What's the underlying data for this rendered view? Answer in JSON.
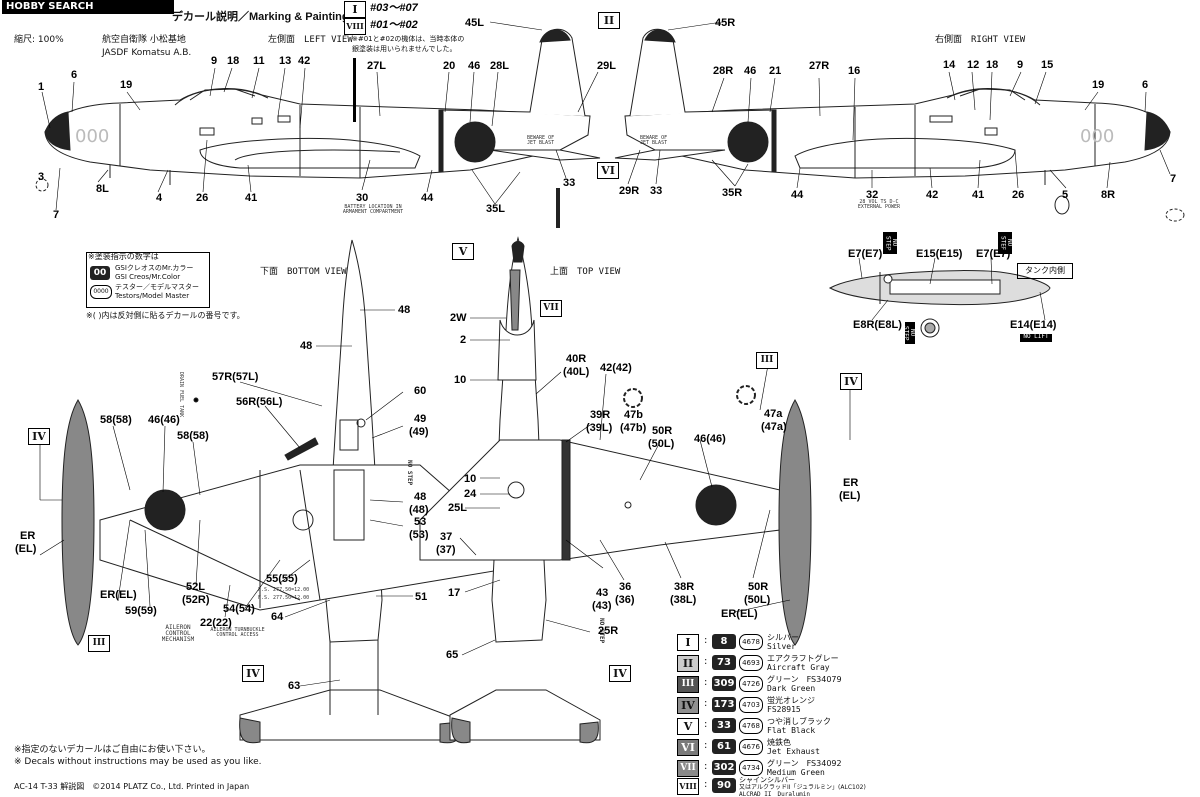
{
  "header": {
    "brand": "HOBBY SEARCH",
    "title": "デカール説明／Marking & Painting",
    "scale": "縮尺: 100%",
    "base_jp": "航空自衛隊 小松基地",
    "base_en": "JASDF Komatsu A.B.",
    "variant_a_label": "I",
    "variant_a_range": "#03〜#07",
    "variant_b_label": "VIII",
    "variant_b_range": "#01〜#02",
    "variant_note_1": "※#01と#02の機体は、当時本体の",
    "variant_note_2": "銀塗装は用いられませんでした。"
  },
  "views": {
    "left": "左側面　LEFT VIEW",
    "right": "右側面　RIGHT VIEW",
    "bottom": "下面　BOTTOM VIEW",
    "top": "上面　TOP VIEW",
    "tank": "タンク内側"
  },
  "paint_note": {
    "title": "※塗装指示の数字は",
    "gsi_badge": "00",
    "gsi_text": "GSIクレオスのMr.カラー",
    "gsi_text_en": "GSI Creos/Mr.Color",
    "tm_badge": "0000",
    "tm_text": "テスター／モデルマスター",
    "tm_text_en": "Testors/Model Master",
    "reverse_note": "※( )内は反対側に貼るデカールの番号です。"
  },
  "legend": [
    {
      "roman": "I",
      "gsi": "8",
      "tm": "4678",
      "jp": "シルバー",
      "en": "Silver",
      "swatch": "#ffffff"
    },
    {
      "roman": "II",
      "gsi": "73",
      "tm": "4693",
      "jp": "エアクラフトグレー",
      "en": "Aircraft Gray",
      "swatch": "#c8c8c8"
    },
    {
      "roman": "III",
      "gsi": "309",
      "tm": "4726",
      "jp": "グリーン　FS34079",
      "en": "Dark Green",
      "swatch": "#555555"
    },
    {
      "roman": "IV",
      "gsi": "173",
      "tm": "4703",
      "jp": "蛍光オレンジ",
      "en": "FS28915",
      "swatch": "#909090"
    },
    {
      "roman": "V",
      "gsi": "33",
      "tm": "4768",
      "jp": "つや消しブラック",
      "en": "Flat Black",
      "swatch": "#ffffff"
    },
    {
      "roman": "VI",
      "gsi": "61",
      "tm": "4676",
      "jp": "焼鉄色",
      "en": "Jet Exhaust",
      "swatch": "#7a7a7a"
    },
    {
      "roman": "VII",
      "gsi": "302",
      "tm": "4734",
      "jp": "グリーン　FS34092",
      "en": "Medium Green",
      "swatch": "#8a8a8a"
    },
    {
      "roman": "VIII",
      "gsi": "90",
      "tm": "",
      "jp": "シャインシルバー",
      "en": "ALCRAD II　Duralumin",
      "jp2": "又はアルクラッドII「ジュラルミン」(ALC102)",
      "swatch": "#ffffff"
    }
  ],
  "footer": {
    "note_jp": "※指定のないデカールはご自由にお使い下さい。",
    "note_en": "※ Decals without instructions may be used as you like.",
    "copyright": "AC-14  T-33 解説図　©2014  PLATZ Co., Ltd.   Printed in Japan"
  },
  "stencils": {
    "no_step": "NO STEP",
    "no_lift": "NO LIFT",
    "jet_blast": "BEWARE OF JET BLAST",
    "battery": "BATTERY LOCATION IN ARMAMENT COMPARTMENT",
    "external_power": "28 VOL TS D-C EXTERNAL POWER",
    "aileron": "AILERON CONTROL MECHANISM",
    "turnbuckle": "AILERON TURNBUCKLE CONTROL ACCESS",
    "fuel_115": "F.S. 277.50=12.00",
    "fuel_jp": "F.S. 277.50=12.00",
    "fuel_tank": "DRAIN FUEL TANK"
  },
  "callouts": {
    "left_view": [
      "1",
      "6",
      "19",
      "9",
      "18",
      "11",
      "13",
      "42",
      "27L",
      "20",
      "46",
      "28L",
      "29L",
      "45L",
      "3",
      "8L",
      "4",
      "26",
      "41",
      "30",
      "44",
      "35L",
      "33",
      "7"
    ],
    "right_view": [
      "45R",
      "28R",
      "46",
      "21",
      "27R",
      "16",
      "14",
      "12",
      "18",
      "9",
      "15",
      "19",
      "6",
      "29R",
      "33",
      "35R",
      "44",
      "32",
      "42",
      "41",
      "26",
      "5",
      "8R",
      "7"
    ],
    "bottom_view": [
      "48",
      "48",
      "57R(57L)",
      "56R(56L)",
      "60",
      "49",
      "(49)",
      "58(58)",
      "46(46)",
      "58(58)",
      "48",
      "(48)",
      "53",
      "(53)",
      "ER",
      "(EL)",
      "ER(EL)",
      "59(59)",
      "52L",
      "(52R)",
      "22(22)",
      "54(54)",
      "55(55)",
      "64",
      "51",
      "63"
    ],
    "top_view": [
      "2W",
      "2",
      "10",
      "40R",
      "(40L)",
      "42(42)",
      "47b",
      "(47b)",
      "39R",
      "(39L)",
      "50R",
      "(50L)",
      "46(46)",
      "47a",
      "(47a)",
      "ER",
      "(EL)",
      "10",
      "24",
      "25L",
      "37",
      "(37)",
      "17",
      "43",
      "(43)",
      "36",
      "(36)",
      "38R",
      "(38L)",
      "50R",
      "(50L)",
      "ER(EL)",
      "25R",
      "65"
    ],
    "tank": [
      "E7(E7)",
      "E15(E15)",
      "E7(E7)",
      "E8R(E8L)",
      "E14(E14)"
    ]
  }
}
